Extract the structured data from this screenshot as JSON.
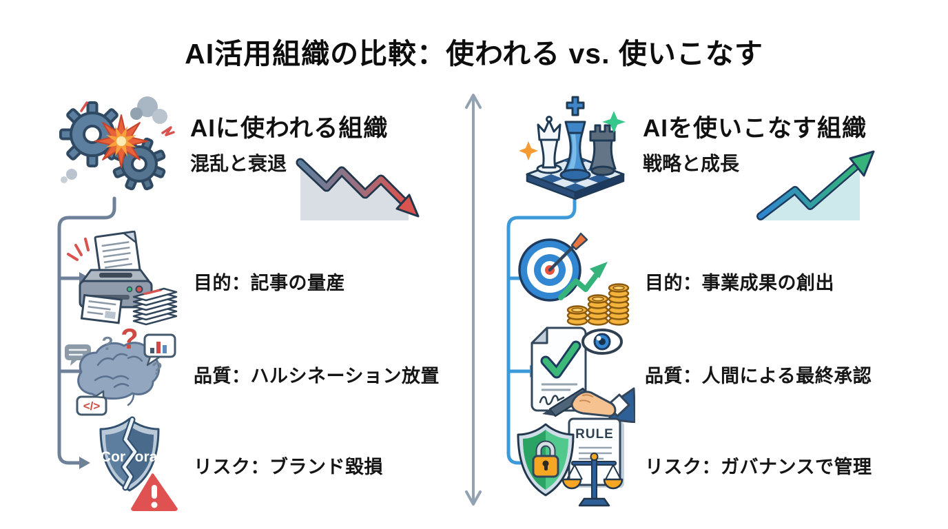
{
  "title": "AI活用組織の比較：使われる vs. 使いこなす",
  "divider": {
    "icon": "vertical-double-arrow",
    "color": "#93a2b2"
  },
  "left_column": {
    "heading": "AIに使われる組織",
    "subtitle": "混乱と衰退",
    "header_icon": "colliding-gears",
    "trend_icon": "declining-zigzag-arrow",
    "connector_color": "#6e8198",
    "rows": [
      {
        "icon": "printer-paper-stack",
        "label": "目的：記事の量産"
      },
      {
        "icon": "brain-question-bubbles",
        "label": "品質：ハルシネーション放置",
        "code_glyph": "</>",
        "question_marks": [
          "?",
          "?",
          "?"
        ]
      },
      {
        "icon": "cracked-shield-warning",
        "label": "リスク：ブランド毀損",
        "shield_text_left": "Cor",
        "shield_text_right": "ora"
      }
    ]
  },
  "right_column": {
    "heading": "AIを使いこなす組織",
    "subtitle": "戦略と成長",
    "header_icon": "chess-pieces",
    "trend_icon": "rising-zigzag-arrow",
    "connector_color": "#3d9ad8",
    "rows": [
      {
        "icon": "target-dart-coins-growth",
        "label": "目的：事業成果の創出"
      },
      {
        "icon": "document-check-eye-signature",
        "label": "品質：人間による最終承認"
      },
      {
        "icon": "shield-lock-scales",
        "label": "リスク：ガバナンスで管理",
        "rule_text": "RULE"
      }
    ]
  }
}
